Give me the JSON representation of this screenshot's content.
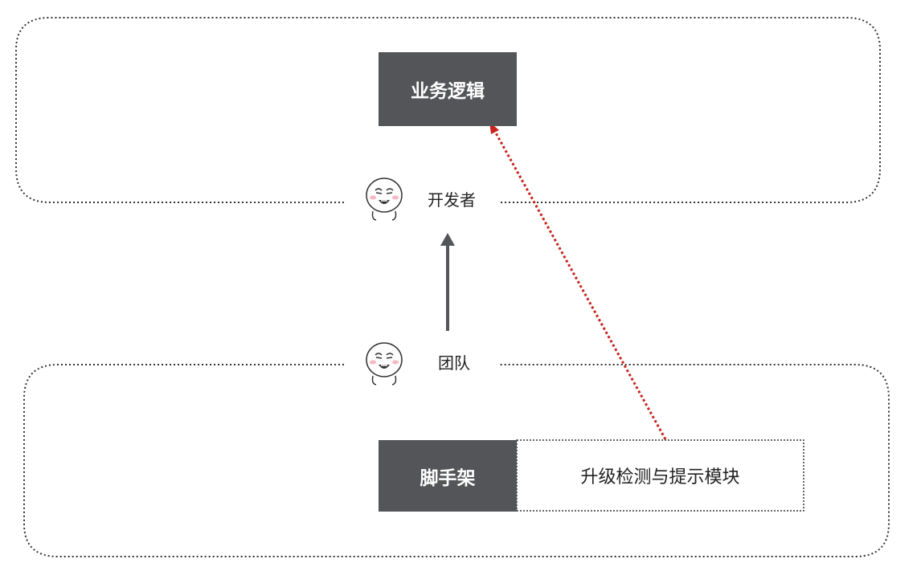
{
  "diagram": {
    "business_logic": {
      "label": "业务逻辑"
    },
    "developer": {
      "label": "开发者",
      "icon": "meme-face-icon"
    },
    "team": {
      "label": "团队",
      "icon": "meme-face-icon"
    },
    "scaffold": {
      "label": "脚手架"
    },
    "upgrade_module": {
      "label": "升级检测与提示模块"
    },
    "colors": {
      "box_fill": "#545558",
      "box_text": "#ffffff",
      "arrow_solid": "#545558",
      "arrow_dotted": "#c8241f",
      "frame_border": "#333333"
    }
  }
}
